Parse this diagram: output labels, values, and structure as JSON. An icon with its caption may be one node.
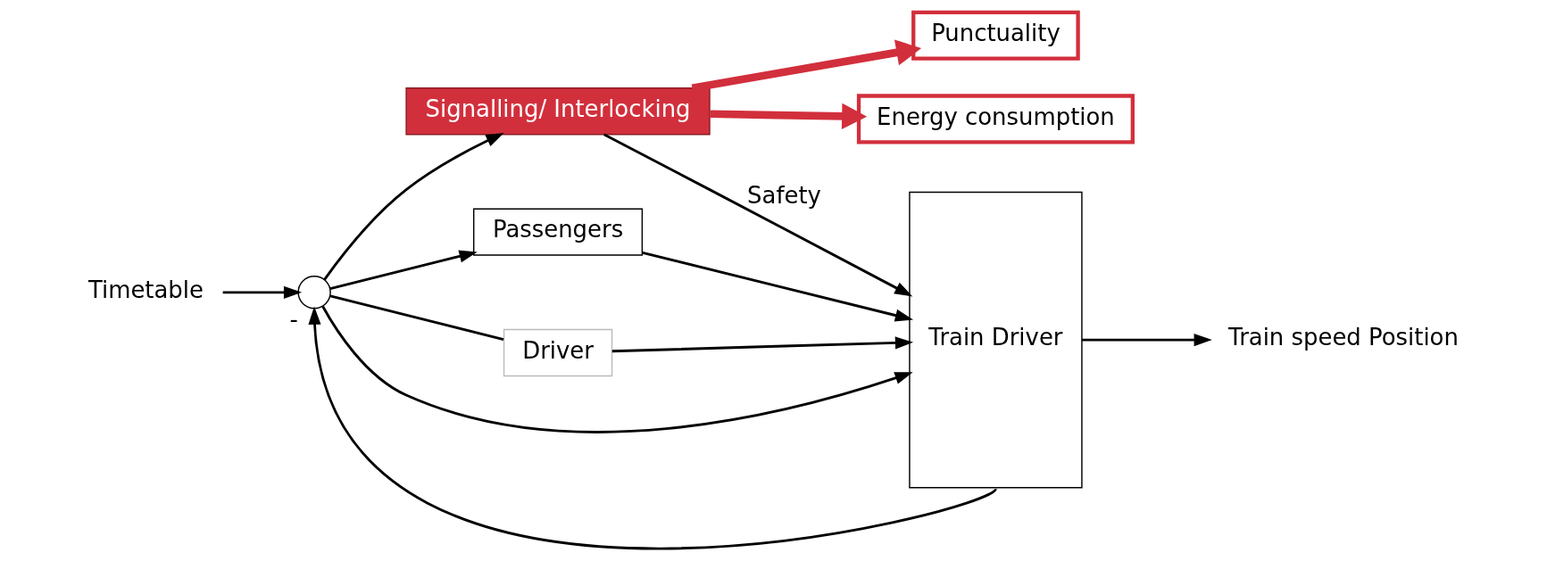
{
  "diagram": {
    "nodes": [
      {
        "text": [
          "Timetable"
        ]
      },
      {
        "text": [
          "Punctuality"
        ]
      },
      {
        "text": [],
        "shape": "circle",
        "beside": [
          "-"
        ]
      },
      {
        "text": [
          "Signalling/ Interlocking"
        ]
      },
      {
        "text": [
          "Passengers"
        ]
      },
      {
        "text": [
          "Driver"
        ]
      },
      {
        "text": [
          "Train Driver"
        ]
      },
      {
        "text": [
          "Train speed Position"
        ]
      },
      {
        "text": [
          "Energy consumption"
        ]
      }
    ],
    "edges": [
      {
        "from": 0,
        "to": 2,
        "arrow": "to"
      },
      {
        "from": 2,
        "to": 6,
        "arrow": "to"
      },
      {
        "from": 2,
        "to": 3,
        "arrow": "to"
      },
      {
        "from": 2,
        "to": 4,
        "arrow": "to"
      },
      {
        "from": 2,
        "to": 5,
        "arrow": "none"
      },
      {
        "from": 3,
        "to": 1,
        "arrow": "to",
        "style": "thick",
        "color": "#d22f3c"
      },
      {
        "from": 3,
        "to": 8,
        "arrow": "to",
        "style": "thick",
        "color": "#d22f3c"
      },
      {
        "from": 3,
        "to": 6,
        "arrow": "to",
        "label": "Safety"
      },
      {
        "from": 4,
        "to": 6,
        "arrow": "to"
      },
      {
        "from": 5,
        "to": 6,
        "arrow": "to"
      },
      {
        "from": 6,
        "to": 7,
        "arrow": "to"
      },
      {
        "from": 6,
        "to": 2,
        "arrow": "to"
      }
    ]
  }
}
